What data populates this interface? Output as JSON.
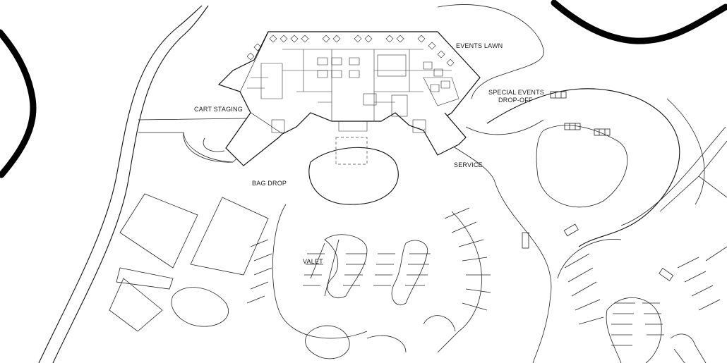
{
  "labels": {
    "events_lawn": "EVENTS LAWN",
    "special_events_line1": "SPECIAL EVENTS",
    "special_events_line2": "DROP-OFF",
    "cart_staging": "CART STAGING",
    "service": "SERVICE",
    "bag_drop": "BAG DROP",
    "valet": "VALET"
  },
  "colors": {
    "line": "#111111",
    "background": "#ffffff"
  }
}
